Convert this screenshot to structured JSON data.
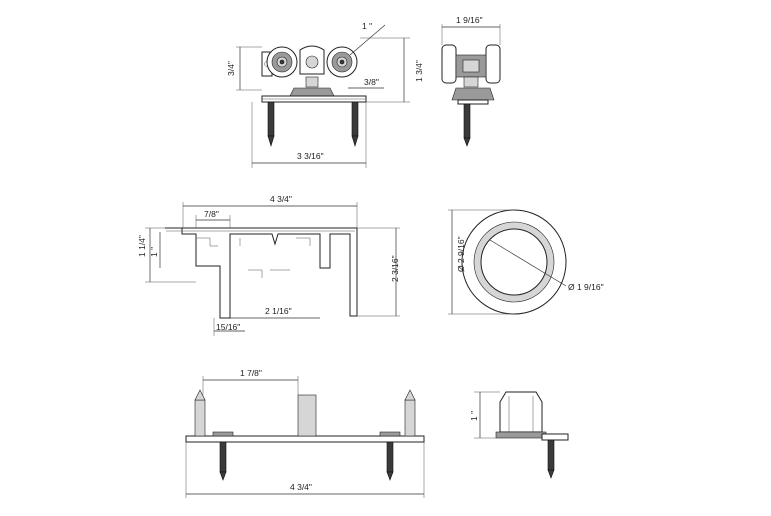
{
  "views": {
    "roller_front": {
      "dims": {
        "radius": "1 \"",
        "height_left": "3/4\"",
        "height_right": "1 3/4\"",
        "offset": "3/8\"",
        "width": "3 3/16\""
      }
    },
    "roller_side": {
      "dims": {
        "width": "1 9/16\""
      }
    },
    "track_profile": {
      "dims": {
        "total_width": "4 3/4\"",
        "lip": "7/8\"",
        "outer_height": "1 1/4\"",
        "inner_height": "1 \"",
        "depth": "2 3/16\"",
        "center_gap": "2 1/16\"",
        "leg": "15/16\""
      }
    },
    "round_plate": {
      "dims": {
        "outer_dia": "Ø 2 9/16\"",
        "inner_dia": "Ø 1 9/16\""
      }
    },
    "guide_front": {
      "dims": {
        "offset": "1 7/8\"",
        "length": "4 3/4\""
      }
    },
    "guide_side": {
      "dims": {
        "height": "1 \""
      }
    }
  }
}
